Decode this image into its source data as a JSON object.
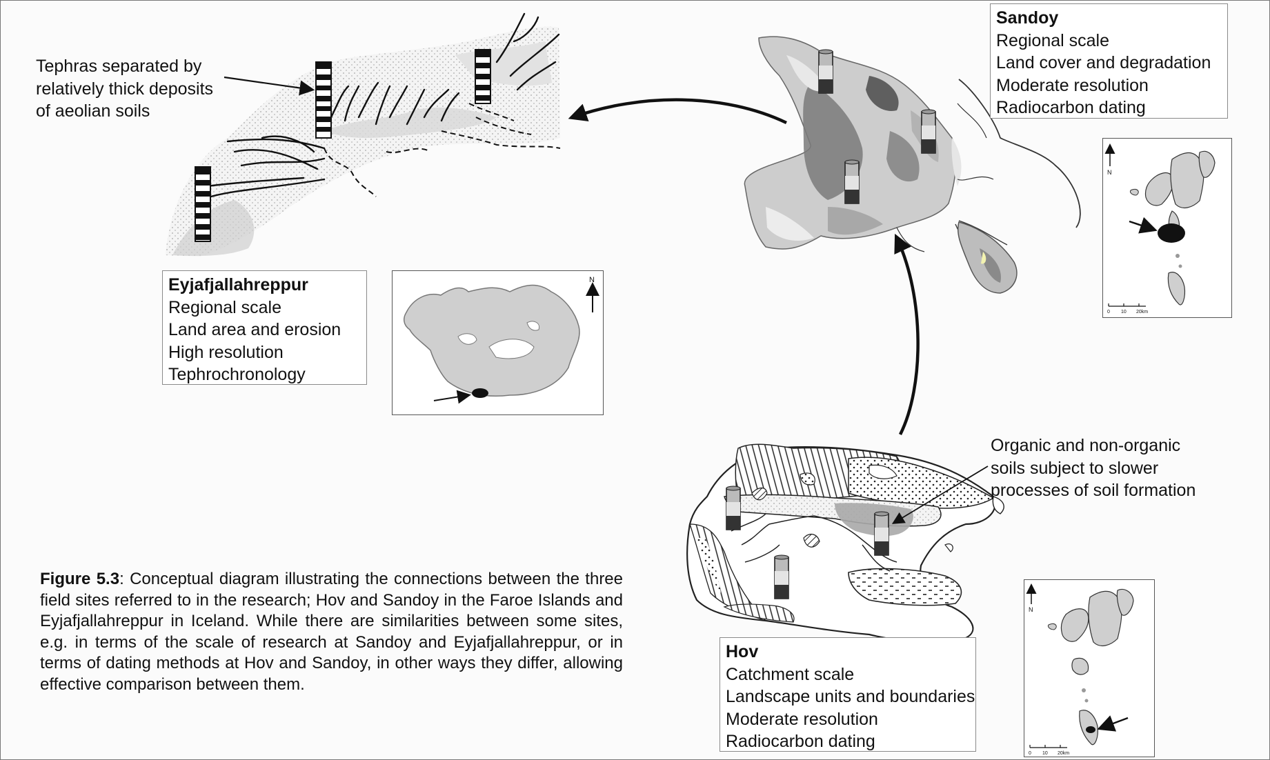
{
  "sites": {
    "eyjafjallahreppur": {
      "name": "Eyjafjallahreppur",
      "lines": [
        "Regional scale",
        "Land area and erosion",
        "High resolution",
        "Tephrochronology"
      ],
      "annotation": [
        "Tephras separated by",
        "relatively thick deposits",
        "of aeolian soils"
      ]
    },
    "sandoy": {
      "name": "Sandoy",
      "lines": [
        "Regional scale",
        "Land cover and degradation",
        "Moderate resolution",
        "Radiocarbon dating"
      ]
    },
    "hov": {
      "name": "Hov",
      "lines": [
        "Catchment scale",
        "Landscape units and boundaries",
        "Moderate resolution",
        "Radiocarbon dating"
      ],
      "annotation": [
        "Organic and non-organic",
        "soils subject to slower",
        "processes of soil formation"
      ]
    }
  },
  "insets": {
    "iceland": {
      "north_label": "N"
    },
    "faroe_top": {
      "north_label": "N",
      "scale_ticks": [
        "0",
        "10",
        "20km"
      ]
    },
    "faroe_bottom": {
      "north_label": "N",
      "scale_ticks": [
        "0",
        "10",
        "20km"
      ]
    }
  },
  "caption": {
    "label": "Figure 5.3",
    "text": ": Conceptual diagram illustrating the connections between the three field sites referred to in the research; Hov and Sandoy in the Faroe Islands and Eyjafjallahreppur in Iceland. While there are similarities between some sites, e.g. in terms of the scale of research at Sandoy and Eyjafjallahreppur, or in terms of dating methods at Hov and Sandoy, in other ways they differ, allowing effective comparison between them."
  }
}
